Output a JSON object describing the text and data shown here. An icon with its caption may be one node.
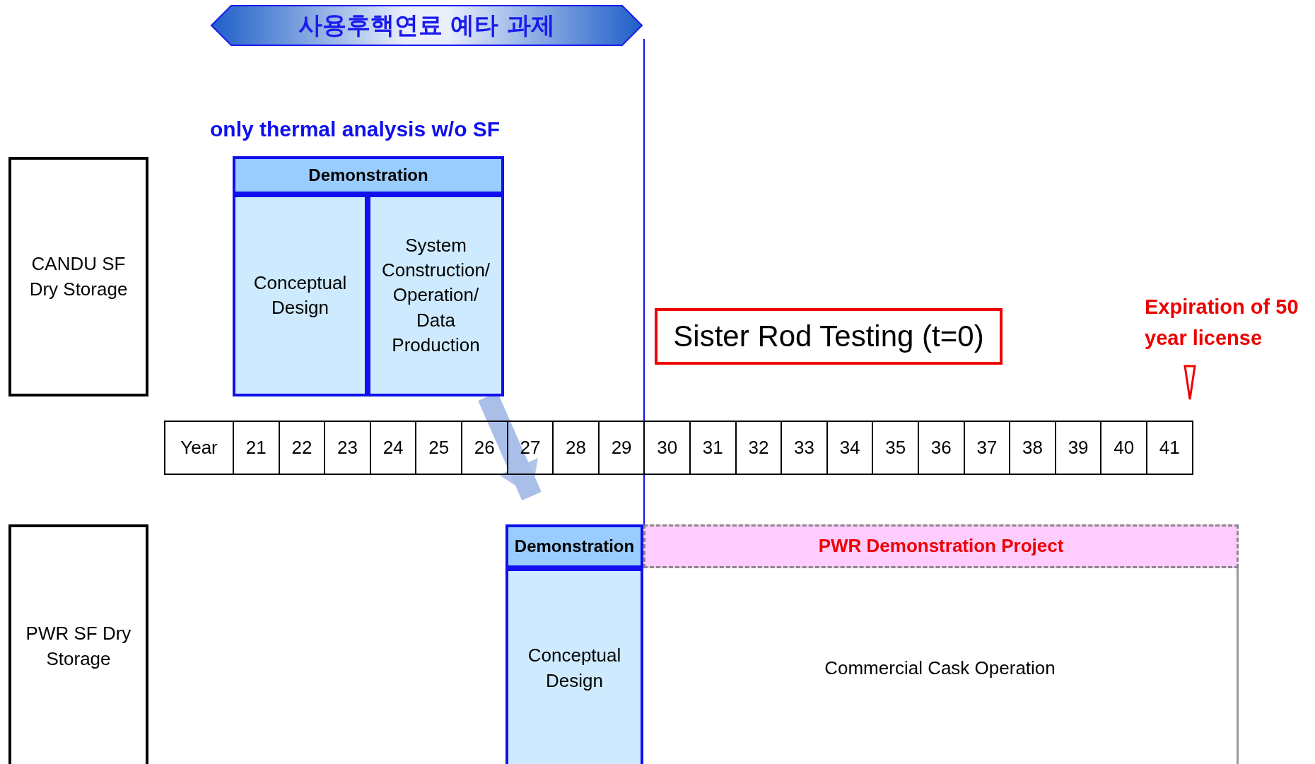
{
  "diagram": {
    "title": "사용후핵연료 예타 과제",
    "nodes": [
      {
        "text": [
          "CANDU SF Dry Storage"
        ]
      },
      {
        "text": [
          "Demonstration"
        ]
      },
      {
        "text": [
          "Conceptual Design"
        ],
        "in": 1
      },
      {
        "text": [
          "System Construction/ Operation/ Data Production"
        ],
        "in": 1
      },
      {
        "text": [
          "Sister Rod Testing (t=0)"
        ]
      },
      {
        "text": [
          "PWR SF Dry Storage"
        ]
      },
      {
        "text": [
          "Demonstration"
        ]
      },
      {
        "text": [
          "Conceptual Design"
        ],
        "in": 6
      },
      {
        "text": [
          "PWR Demonstration Project"
        ]
      },
      {
        "text": [
          "Commercial Cask Operation"
        ]
      }
    ],
    "edges": [
      {
        "from": 1,
        "to": 6,
        "arrow": "to"
      }
    ],
    "labels": [
      "only thermal analysis w/o SF",
      "Expiration of 50 year license",
      "Year",
      "21",
      "22",
      "23",
      "24",
      "25",
      "26",
      "27",
      "28",
      "29",
      "30",
      "31",
      "32",
      "33",
      "34",
      "35",
      "36",
      "37",
      "38",
      "39",
      "40",
      "41"
    ]
  }
}
